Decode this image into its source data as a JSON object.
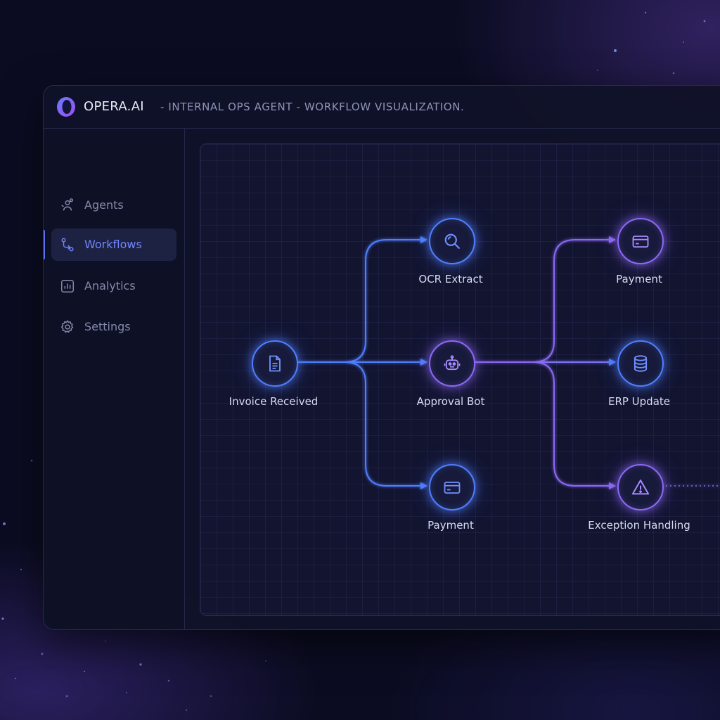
{
  "window": {
    "brand": "OPERA.AI",
    "subtitle": "- INTERNAL OPS AGENT - WORKFLOW VISUALIZATION."
  },
  "sidebar": {
    "items": [
      {
        "label": "Agents",
        "icon": "agents-icon",
        "active": false
      },
      {
        "label": "Workflows",
        "icon": "workflow-icon",
        "active": true
      },
      {
        "label": "Analytics",
        "icon": "analytics-icon",
        "active": false
      },
      {
        "label": "Settings",
        "icon": "gear-icon",
        "active": false
      }
    ]
  },
  "workflow": {
    "nodes": [
      {
        "id": "invoice",
        "label": "Invoice Received",
        "icon": "document-icon",
        "color": "#4f7eff"
      },
      {
        "id": "ocr",
        "label": "OCR Extract",
        "icon": "search-icon",
        "color": "#4f7eff"
      },
      {
        "id": "approval",
        "label": "Approval Bot",
        "icon": "robot-icon",
        "color": "#8b68f4"
      },
      {
        "id": "payment_mid",
        "label": "Payment",
        "icon": "credit-card-icon",
        "color": "#4f7eff"
      },
      {
        "id": "payment_right",
        "label": "Payment",
        "icon": "credit-card-icon",
        "color": "#8b68f4"
      },
      {
        "id": "erp",
        "label": "ERP Update",
        "icon": "database-icon",
        "color": "#4f7eff"
      },
      {
        "id": "exception",
        "label": "Exception Handling",
        "icon": "warning-icon",
        "color": "#8b68f4"
      }
    ]
  },
  "colors": {
    "accent_blue": "#4f7eff",
    "accent_purple": "#8b68f4",
    "nav_active": "#6f85ff"
  }
}
